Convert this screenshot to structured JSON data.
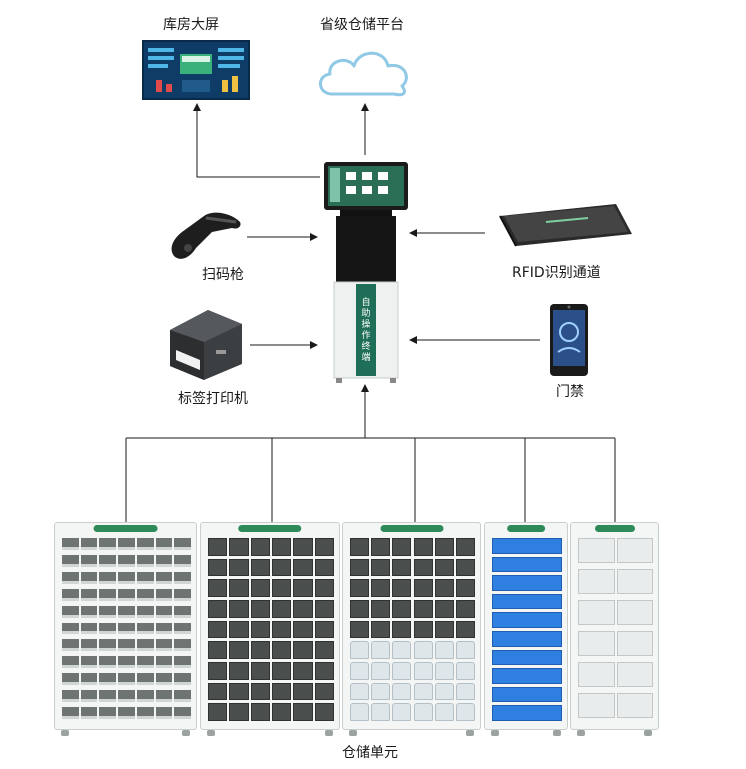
{
  "labels": {
    "warehouse_screen": "库房大屏",
    "provincial_platform": "省级仓储平台",
    "scanner": "扫码枪",
    "rfid_channel": "RFID识别通道",
    "label_printer": "标签打印机",
    "access_control": "门禁",
    "storage_unit": "仓储单元",
    "kiosk_side_text": "自助操作终端"
  },
  "colors": {
    "line": "#1a1a1a",
    "kiosk_accent": "#1f6e57",
    "cabinet_header": "#2f8a5a",
    "bin_blue": "#2f7fe0",
    "cloud": "#8fc9e6"
  },
  "icons": {
    "warehouse_screen": "dashboard-screen-icon",
    "provincial_platform": "cloud-icon",
    "scanner": "barcode-scanner-icon",
    "rfid_channel": "rfid-reader-icon",
    "label_printer": "label-printer-icon",
    "access_control": "face-access-terminal-icon",
    "kiosk": "self-service-kiosk-icon"
  }
}
